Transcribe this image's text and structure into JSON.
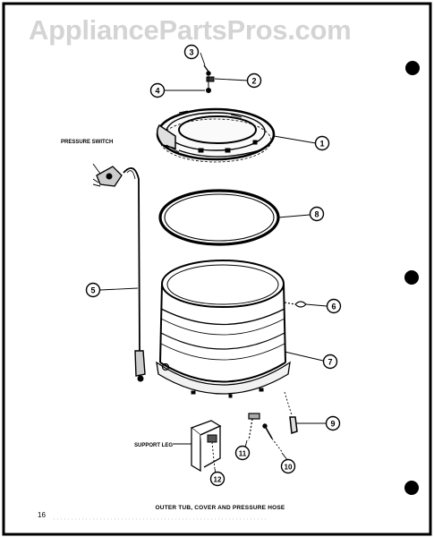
{
  "watermark": "AppliancePartsPros.com",
  "labels": {
    "pressure_switch": "PRESSURE SWITCH",
    "support_leg": "SUPPORT LEG"
  },
  "callouts": [
    "1",
    "2",
    "3",
    "4",
    "5",
    "6",
    "7",
    "8",
    "9",
    "10",
    "11",
    "12"
  ],
  "caption": "OUTER TUB, COVER AND PRESSURE HOSE",
  "page_number": "16"
}
